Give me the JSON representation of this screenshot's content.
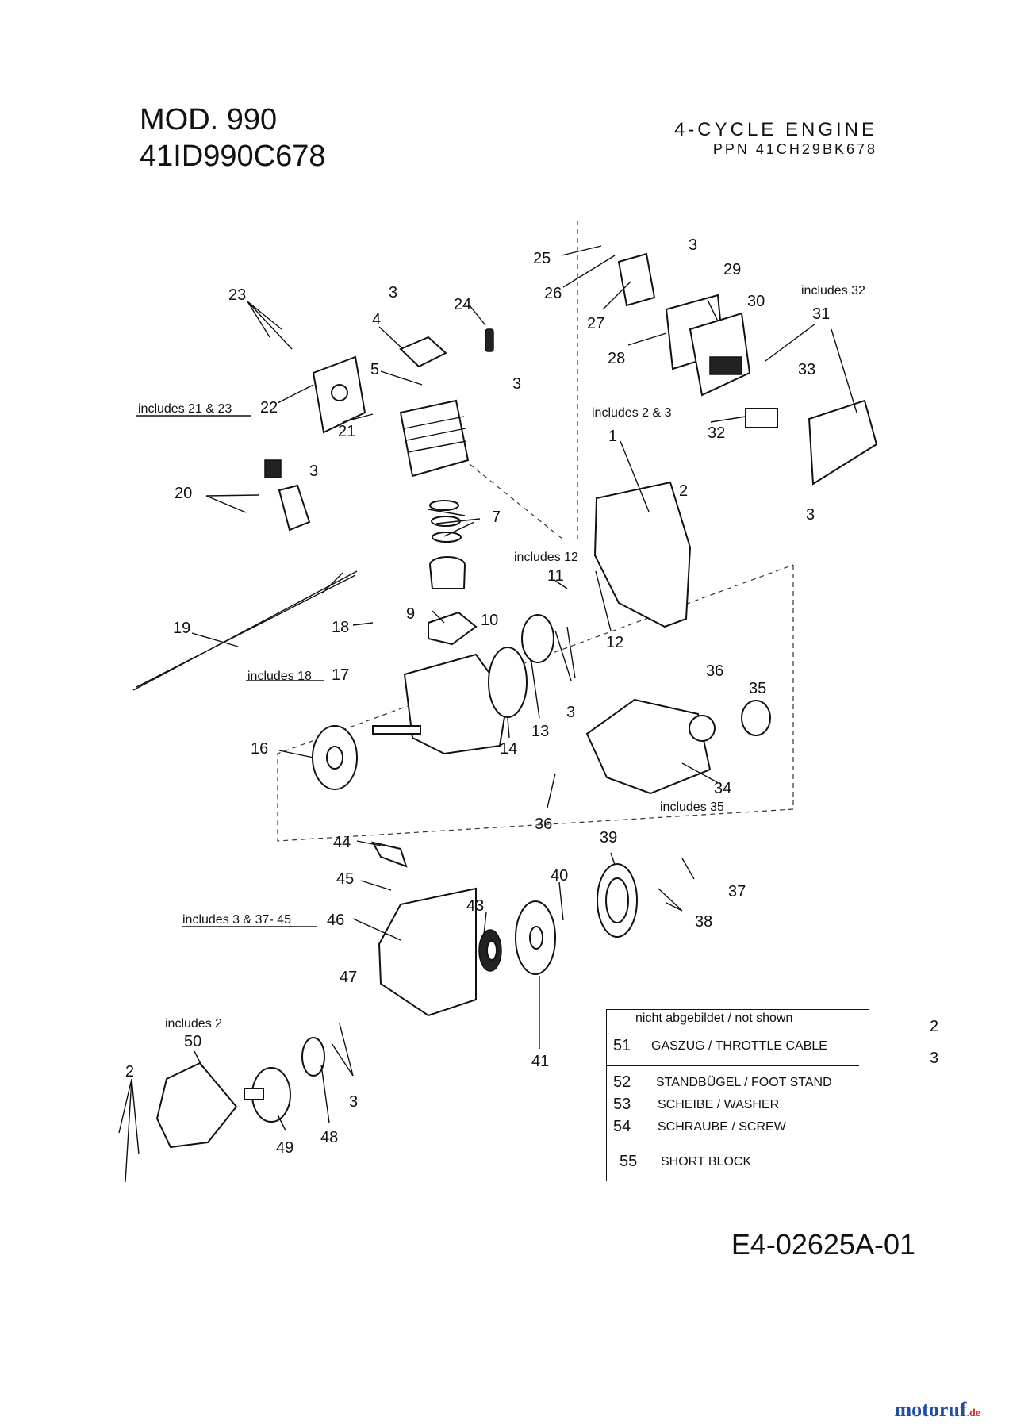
{
  "header": {
    "model_line": "MOD.  990",
    "model_number": "41ID990C678",
    "engine_title": "4-CYCLE ENGINE",
    "ppn": "PPN 41CH29BK678"
  },
  "callouts": [
    "1",
    "2",
    "2",
    "2",
    "3",
    "3",
    "3",
    "3",
    "3",
    "3",
    "3",
    "3",
    "4",
    "5",
    "7",
    "9",
    "10",
    "11",
    "12",
    "13",
    "14",
    "16",
    "17",
    "18",
    "19",
    "20",
    "21",
    "22",
    "23",
    "24",
    "25",
    "26",
    "27",
    "28",
    "29",
    "30",
    "31",
    "32",
    "33",
    "34",
    "35",
    "36",
    "36",
    "37",
    "38",
    "39",
    "40",
    "41",
    "43",
    "44",
    "45",
    "46",
    "47",
    "48",
    "49",
    "50"
  ],
  "includes_notes": {
    "n22": "includes 21 & 23",
    "n1": "includes 2 & 3",
    "n31": "includes 32",
    "n11": "includes 12",
    "n17": "includes 18",
    "n34": "includes 35",
    "n46": "includes  3 & 37- 45",
    "n50": "includes 2"
  },
  "not_shown": {
    "header": "nicht abgebildet / not shown",
    "rows": [
      {
        "num": "51",
        "text": "GASZUG / THROTTLE CABLE"
      },
      {
        "num": "52",
        "text": "STANDBÜGEL / FOOT STAND"
      },
      {
        "num": "53",
        "text": "SCHEIBE / WASHER"
      },
      {
        "num": "54",
        "text": "SCHRAUBE / SCREW"
      },
      {
        "num": "55",
        "text": "SHORT BLOCK"
      }
    ]
  },
  "drawing_code": "E4-02625A-01",
  "watermark": {
    "brand": "motoruf",
    "suffix": ".de"
  }
}
